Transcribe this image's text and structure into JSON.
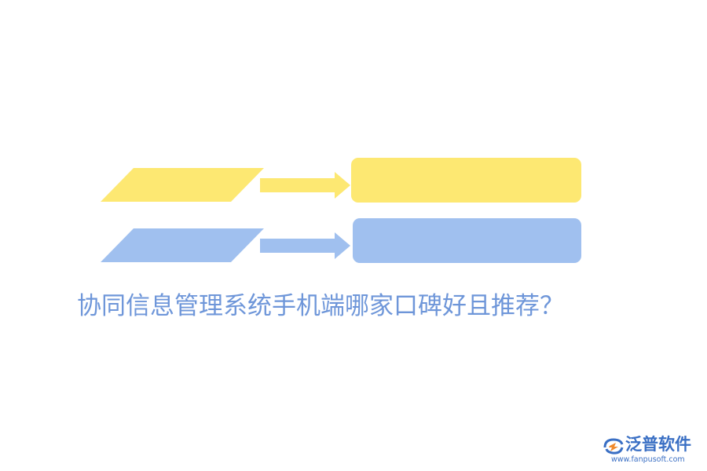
{
  "title": "协同信息管理系统手机端哪家口碑好且推荐？",
  "logo": {
    "name": "泛普软件",
    "url": "www.fanpusoft.com"
  },
  "colors": {
    "yellow": "#fde872",
    "blue": "#a0c0ef",
    "title_text": "#6e96d9",
    "logo_name": "#3a6fc4",
    "logo_url": "#3a6fc4",
    "logo_accent": "#f08a2c"
  }
}
